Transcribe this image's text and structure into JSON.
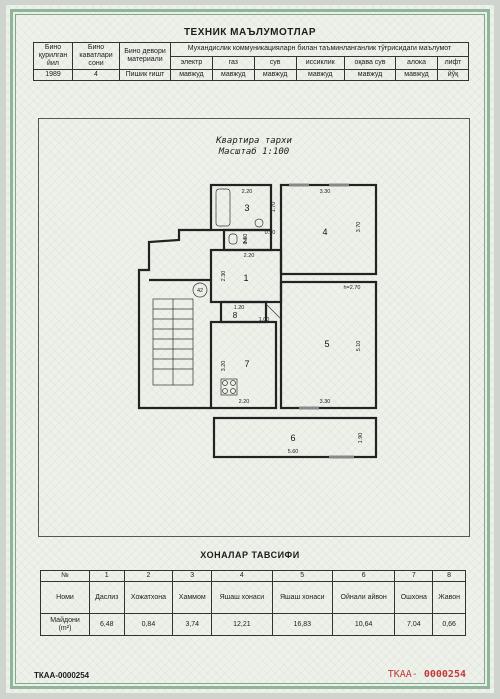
{
  "tech_info": {
    "title": "ТЕХНИК МАЪЛУМОТЛАР",
    "col_year": "Бино қурилган йил",
    "col_floors": "Бино каватлари сони",
    "col_walls": "Бино девори материали",
    "col_utilities": "Мухандислик коммуникацияларн билан таъминланганлик тўғрисидаги маълумот",
    "utility_names": [
      "электр",
      "газ",
      "сув",
      "иссиклик",
      "оқава сув",
      "алока",
      "лифт"
    ],
    "year": "1989",
    "floors": "4",
    "walls": "Пишик ғишт",
    "utility_values": [
      "мавжуд",
      "мавжуд",
      "мавжуд",
      "мавжуд",
      "мавжуд",
      "мавжуд",
      "йўқ"
    ]
  },
  "plan": {
    "title": "Квартира тархи",
    "scale": "Масштаб 1:100",
    "room_numbers": [
      "1",
      "2",
      "3",
      "4",
      "5",
      "6",
      "7",
      "8"
    ],
    "dimensions": {
      "d_220_top": "2.20",
      "d_330_top": "3.30",
      "d_170": "1.70",
      "d_370": "3.70",
      "d_090": "0.90",
      "d_060": "0.60",
      "d_220_mid": "2.20",
      "d_230": "2.30",
      "d_120": "1.20",
      "d_100": "1.00",
      "d_510": "5.10",
      "d_320": "3.20",
      "d_220_bot": "2.20",
      "d_330_bot": "3.30",
      "d_190": "1.90",
      "d_560": "5.60",
      "height": "h=2.70",
      "stair_number": "42"
    }
  },
  "rooms_table": {
    "title": "ХОНАЛАР ТАВСИФИ",
    "label_no": "№",
    "label_name": "Номи",
    "label_area": "Майдони (m²)",
    "numbers": [
      "1",
      "2",
      "3",
      "4",
      "5",
      "6",
      "7",
      "8"
    ],
    "names": [
      "Даслиз",
      "Хожатхона",
      "Хаммом",
      "Яшаш хонаси",
      "Яшаш хонаси",
      "Ойнали айвон",
      "Ошхона",
      "Жавон"
    ],
    "areas": [
      "6,48",
      "0,84",
      "3,74",
      "12,21",
      "16,83",
      "10,64",
      "7,04",
      "0,66"
    ]
  },
  "footer": {
    "left_code": "ТКАА-0000254",
    "stamp_prefix": "ТКАА-",
    "stamp_number": "0000254"
  },
  "colors": {
    "frame": "#8fb59a",
    "stamp": "#c23b3b"
  }
}
